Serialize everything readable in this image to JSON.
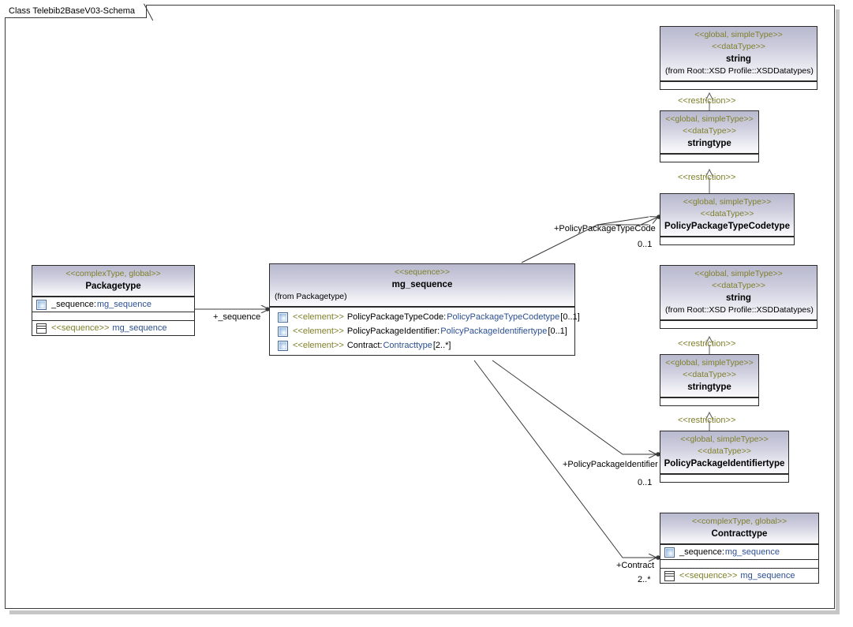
{
  "diagram": {
    "tab_title": "Class Telebib2BaseV03-Schema",
    "colors": {
      "stereotype_text": "#7f7f2a",
      "type_link_text": "#2b4f91",
      "header_gradient_top": "#b9b9cf",
      "header_gradient_bottom": "#fbfbfd",
      "border": "#2b2b2b",
      "canvas_background": "#ffffff"
    }
  },
  "classes": {
    "string_top": {
      "stereotype1": "<<global, simpleType>>",
      "stereotype2": "<<dataType>>",
      "name": "string",
      "from": "(from Root::XSD Profile::XSDDatatypes)"
    },
    "stringtype_top": {
      "stereotype1": "<<global, simpleType>>",
      "stereotype2": "<<dataType>>",
      "name": "stringtype"
    },
    "policy_package_type_codetype": {
      "stereotype1": "<<global, simpleType>>",
      "stereotype2": "<<dataType>>",
      "name": "PolicyPackageTypeCodetype"
    },
    "string_mid": {
      "stereotype1": "<<global, simpleType>>",
      "stereotype2": "<<dataType>>",
      "name": "string",
      "from": "(from Root::XSD Profile::XSDDatatypes)"
    },
    "stringtype_mid": {
      "stereotype1": "<<global, simpleType>>",
      "stereotype2": "<<dataType>>",
      "name": "stringtype"
    },
    "policy_package_identifiertype": {
      "stereotype1": "<<global, simpleType>>",
      "stereotype2": "<<dataType>>",
      "name": "PolicyPackageIdentifiertype"
    },
    "packagetype": {
      "stereotype1": "<<complexType, global>>",
      "name": "Packagetype",
      "attributes": [
        {
          "name": "_sequence:",
          "type": "mg_sequence"
        }
      ],
      "operations": [
        {
          "keyword": "<<sequence>>",
          "name": "mg_sequence"
        }
      ]
    },
    "mg_sequence": {
      "stereotype1": "<<sequence>>",
      "name": "mg_sequence",
      "from": "(from Packagetype)",
      "elements": [
        {
          "keyword": "<<element>>",
          "name": "PolicyPackageTypeCode:",
          "type": "PolicyPackageTypeCodetype",
          "mult": "[0..1]"
        },
        {
          "keyword": "<<element>>",
          "name": "PolicyPackageIdentifier:",
          "type": "PolicyPackageIdentifiertype",
          "mult": "[0..1]"
        },
        {
          "keyword": "<<element>>",
          "name": "Contract:",
          "type": "Contracttype",
          "mult": "[2..*]"
        }
      ]
    },
    "contracttype": {
      "stereotype1": "<<complexType, global>>",
      "name": "Contracttype",
      "attributes": [
        {
          "name": "_sequence:",
          "type": "mg_sequence"
        }
      ],
      "operations": [
        {
          "keyword": "<<sequence>>",
          "name": "mg_sequence"
        }
      ]
    }
  },
  "connectors": {
    "restriction_1": {
      "label": "<<restriction>>"
    },
    "restriction_2": {
      "label": "<<restriction>>"
    },
    "restriction_3": {
      "label": "<<restriction>>"
    },
    "restriction_4": {
      "label": "<<restriction>>"
    },
    "assoc_sequence": {
      "label": "+_sequence"
    },
    "assoc_policy_package_type_code": {
      "label": "+PolicyPackageTypeCode",
      "mult": "0..1"
    },
    "assoc_policy_package_identifier": {
      "label": "+PolicyPackageIdentifier",
      "mult": "0..1"
    },
    "assoc_contract": {
      "label": "+Contract",
      "mult": "2..*"
    }
  }
}
